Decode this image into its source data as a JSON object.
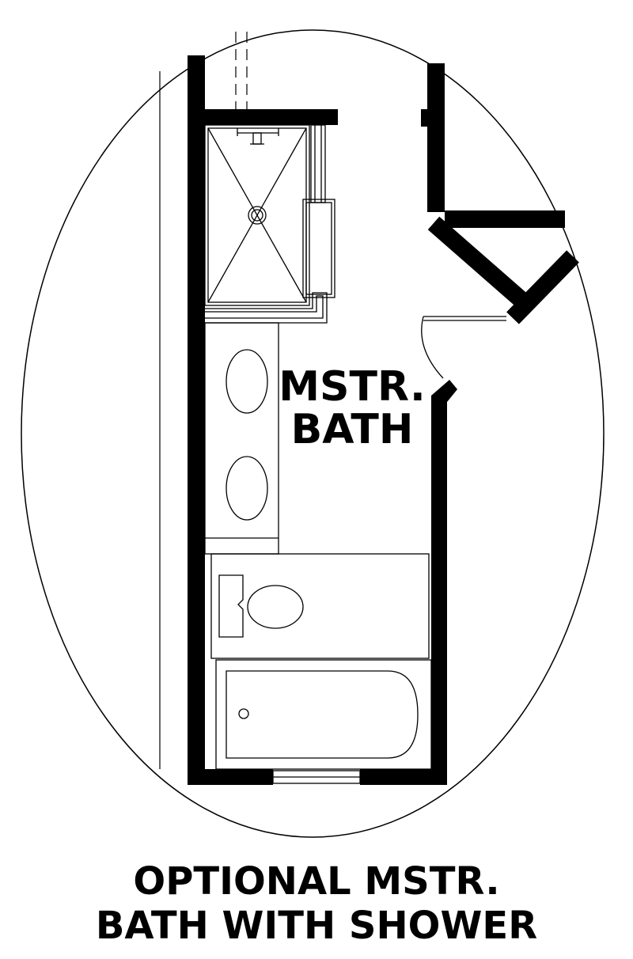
{
  "room_label": [
    "MSTR.",
    "BATH"
  ],
  "caption": [
    "OPTIONAL MSTR.",
    "BATH WITH SHOWER"
  ],
  "colors": {
    "ink": "#000000",
    "paper": "#ffffff"
  },
  "fixtures": [
    "shower-stall",
    "shower-head",
    "shower-drain",
    "shower-door",
    "double-vanity",
    "sink",
    "sink",
    "toilet",
    "bathtub",
    "tub-drain",
    "entry-door",
    "window"
  ]
}
